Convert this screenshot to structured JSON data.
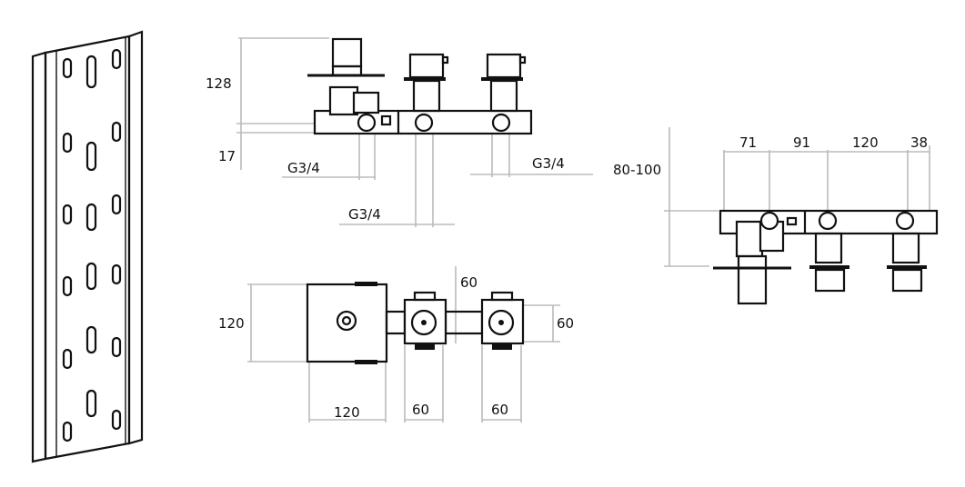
{
  "front_view": {
    "height_label": "128",
    "offset_label": "17",
    "connection_left": "G3/4",
    "connection_middle": "G3/4",
    "connection_right": "G3/4"
  },
  "side_view": {
    "depth_label": "80-100",
    "spacing": [
      "71",
      "91",
      "120",
      "38"
    ]
  },
  "top_view": {
    "box_height": "120",
    "box_width": "120",
    "valve_width_1": "60",
    "valve_width_2": "60",
    "valve_depth": "60",
    "pipe_offset": "60"
  }
}
